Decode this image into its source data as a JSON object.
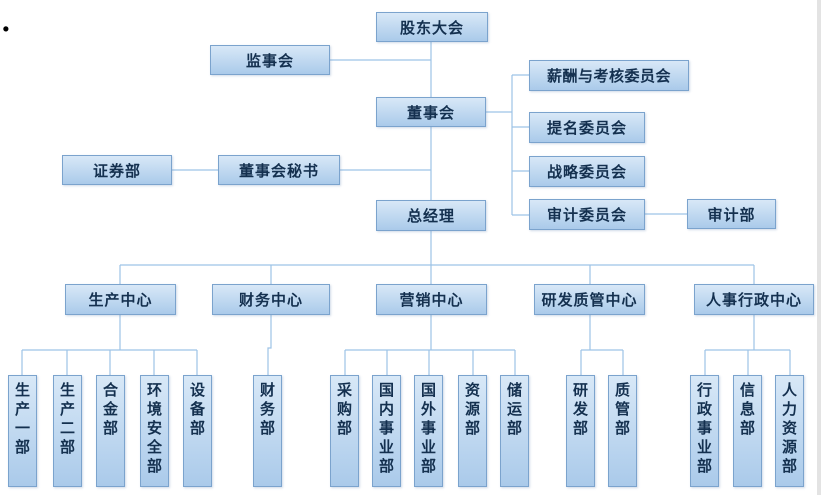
{
  "colors": {
    "page_bg": "#ffffff",
    "box_top": "#d8e8f7",
    "box_bottom": "#aacaea",
    "box_border": "#7ba3cd",
    "line_color": "#9dc3e6",
    "text_color": "#14304f"
  },
  "stray_mark": ".",
  "org_chart": {
    "nodes": {
      "shareholders": "股东大会",
      "supervisory": "监事会",
      "board": "董事会",
      "remuneration_committee": "薪酬与考核委员会",
      "nomination_committee": "提名委员会",
      "strategy_committee": "战略委员会",
      "audit_committee": "审计委员会",
      "audit_dept": "审计部",
      "board_secretary": "董事会秘书",
      "securities_dept": "证券部",
      "general_manager": "总经理",
      "production_center": "生产中心",
      "finance_center": "财务中心",
      "marketing_center": "营销中心",
      "rd_quality_center": "研发质管中心",
      "hr_admin_center": "人事行政中心",
      "production_dept1": "生产一部",
      "production_dept2": "生产二部",
      "alloy_dept": "合金部",
      "env_safety_dept": "环境安全部",
      "equipment_dept": "设备部",
      "finance_dept": "财务部",
      "procurement_dept": "采购部",
      "domestic_business_dept": "国内事业部",
      "overseas_business_dept": "国外事业部",
      "resources_dept": "资源部",
      "storage_transport_dept": "储运部",
      "rd_dept": "研发部",
      "quality_dept": "质管部",
      "admin_business_dept": "行政事业部",
      "information_dept": "信息部",
      "human_resources_dept": "人力资源部"
    }
  }
}
